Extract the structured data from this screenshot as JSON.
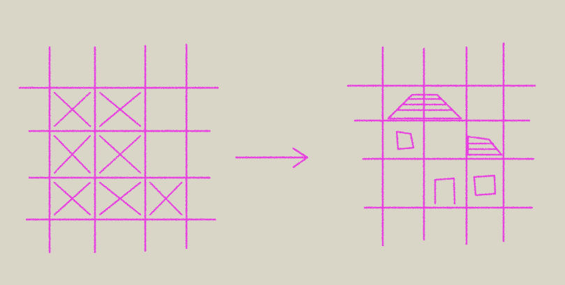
{
  "colors": {
    "background": "#d9d6c8",
    "stroke": "#e83fe0"
  },
  "left_grid": {
    "rows": 3,
    "cols": 3,
    "crossed_cells": [
      [
        true,
        true,
        false
      ],
      [
        true,
        true,
        false
      ],
      [
        true,
        true,
        true
      ]
    ]
  },
  "arrow": {
    "direction": "right"
  },
  "right_grid": {
    "rows": 3,
    "cols": 3,
    "drawing": "house"
  }
}
